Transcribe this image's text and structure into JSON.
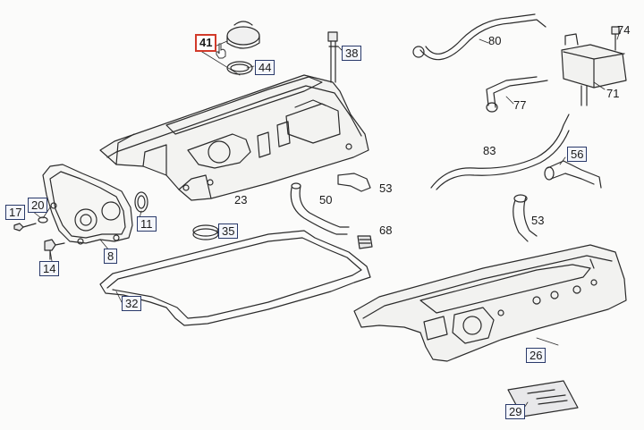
{
  "diagram": {
    "part_labels": {
      "p17": "17",
      "p20": "20",
      "p14": "14",
      "p8": "8",
      "p11": "11",
      "p23": "23",
      "p35": "35",
      "p38": "38",
      "p44": "44",
      "p41": "41",
      "p32": "32",
      "p50": "50",
      "p53a": "53",
      "p68": "68",
      "p80": "80",
      "p74": "74",
      "p71": "71",
      "p77": "77",
      "p83": "83",
      "p56": "56",
      "p53b": "53",
      "p26": "26",
      "p29": "29"
    },
    "selected_part": "41",
    "colors": {
      "box_border": "#2a3a6a",
      "selected_border": "#d23a2a",
      "line": "#2b2b2b"
    },
    "cursor_icon": "hand-pointer-icon"
  }
}
